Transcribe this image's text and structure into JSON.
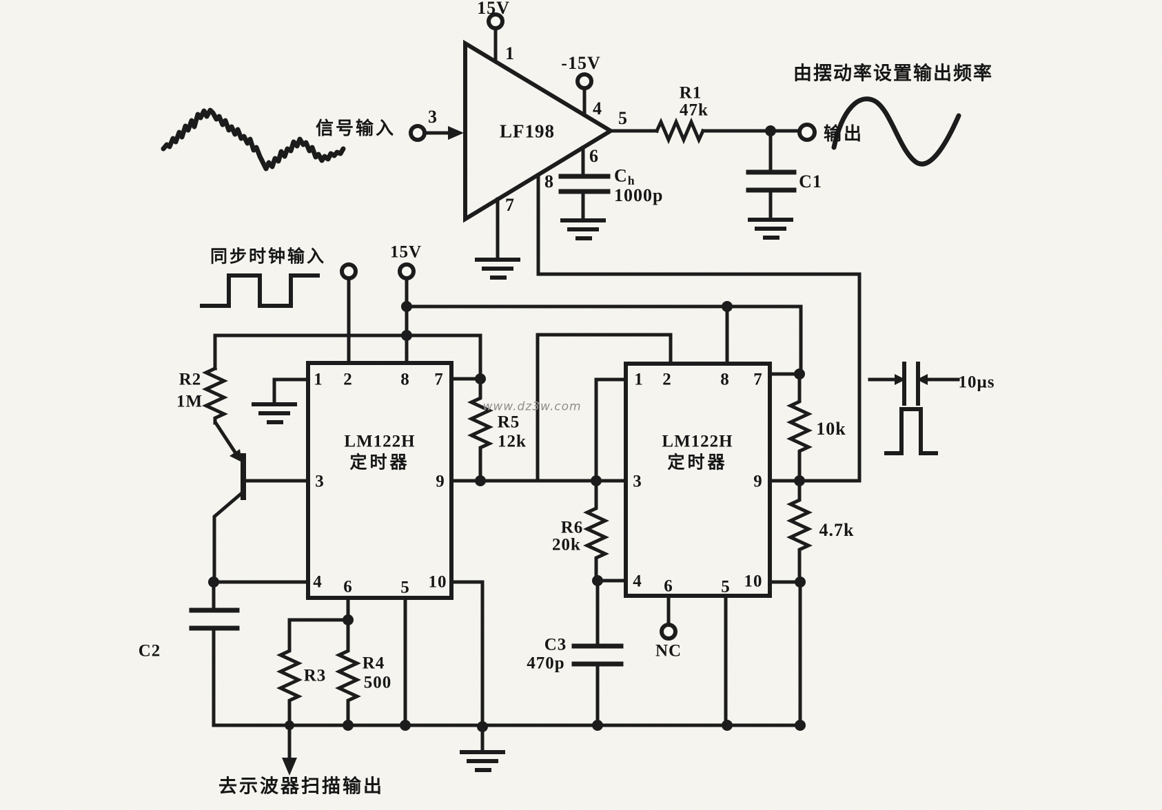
{
  "watermark": "www.dz3w.com",
  "annotations": {
    "output_freq_note": "由摆动率设置输出频率",
    "signal_input": "信号输入",
    "sync_clock_input": "同步时钟输入",
    "output": "输出",
    "scope_sweep_output": "去示波器扫描输出",
    "pulse_width": "10μs",
    "nc": "NC"
  },
  "power": {
    "v_pos_top": "15V",
    "v_neg": "-15V",
    "v_pos_mid": "15V"
  },
  "opamp": {
    "name": "LF198",
    "pin1": "1",
    "pin3": "3",
    "pin4": "4",
    "pin5": "5",
    "pin6": "6",
    "pin7": "7",
    "pin8": "8"
  },
  "timer1": {
    "name": "LM122H",
    "type": "定时器",
    "pin_top_1": "1",
    "pin_top_2": "2",
    "pin_top_8": "8",
    "pin_top_7": "7",
    "pin_left_3": "3",
    "pin_right_9": "9",
    "pin_bot_4": "4",
    "pin_bot_6": "6",
    "pin_bot_5": "5",
    "pin_bot_10": "10"
  },
  "timer2": {
    "name": "LM122H",
    "type": "定时器",
    "pin_top_1": "1",
    "pin_top_2": "2",
    "pin_top_8": "8",
    "pin_top_7": "7",
    "pin_left_3": "3",
    "pin_right_9": "9",
    "pin_bot_4": "4",
    "pin_bot_6": "6",
    "pin_bot_5": "5",
    "pin_bot_10": "10"
  },
  "components": {
    "r1_ref": "R1",
    "r1_val": "47k",
    "r2_ref": "R2",
    "r2_val": "1M",
    "r3_ref": "R3",
    "r4_ref": "R4",
    "r4_val": "500",
    "r5_ref": "R5",
    "r5_val": "12k",
    "r6_ref": "R6",
    "r6_val": "20k",
    "r7_val": "10k",
    "r8_val": "4.7k",
    "ch_ref": "C",
    "ch_sub": "h",
    "ch_val": "1000p",
    "c1_ref": "C1",
    "c2_ref": "C2",
    "c3_ref": "C3",
    "c3_val": "470p"
  }
}
